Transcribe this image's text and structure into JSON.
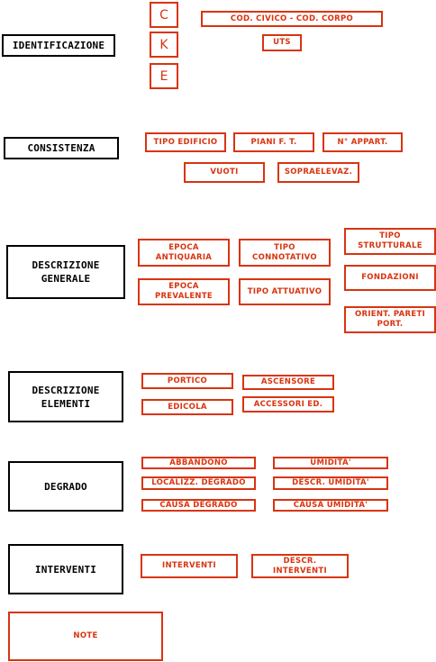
{
  "sections": {
    "identificazione": "IDENTIFICAZIONE",
    "consistenza": "CONSISTENZA",
    "descrizione_generale": "DESCRIZIONE\nGENERALE",
    "descrizione_elementi": "DESCRIZIONE\nELEMENTI",
    "degrado": "DEGRADO",
    "interventi": "INTERVENTI"
  },
  "identificazione": {
    "key_c": "C",
    "key_k": "K",
    "key_e": "E",
    "cod_civico": "COD. CIVICO - COD. CORPO",
    "uts": "UTS"
  },
  "consistenza": {
    "tipo_edificio": "TIPO EDIFICIO",
    "piani": "PIANI F. T.",
    "appart": "N° APPART.",
    "vuoti": "VUOTI",
    "sopraeleva": "SOPRAELEVAZ."
  },
  "descrizione_generale": {
    "epoca_antiquaria": "EPOCA\nANTIQUARIA",
    "tipo_connotativo": "TIPO\nCONNOTATIVO",
    "tipo_strutturale": "TIPO\nSTRUTTURALE",
    "fondazioni": "FONDAZIONI",
    "epoca_prevalente": "EPOCA\nPREVALENTE",
    "tipo_attuativo": "TIPO ATTUATIVO",
    "orient_pareti": "ORIENT. PARETI\nPORT."
  },
  "descrizione_elementi": {
    "portico": "PORTICO",
    "ascensore": "ASCENSORE",
    "edicola": "EDICOLA",
    "accessori": "ACCESSORI ED."
  },
  "degrado": {
    "abbandono": "ABBANDONO",
    "umidita": "UMIDITA'",
    "localizz": "LOCALIZZ. DEGRADO",
    "descr_umidita": "DESCR. UMIDITA'",
    "causa_degrado": "CAUSA DEGRADO",
    "causa_umidita": "CAUSA UMIDITA'"
  },
  "interventi": {
    "interventi": "INTERVENTI",
    "descr_interventi": "DESCR.\nINTERVENTI"
  },
  "note": "NOTE",
  "colors": {
    "section_border": "#000000",
    "field_accent": "#d9340f"
  }
}
